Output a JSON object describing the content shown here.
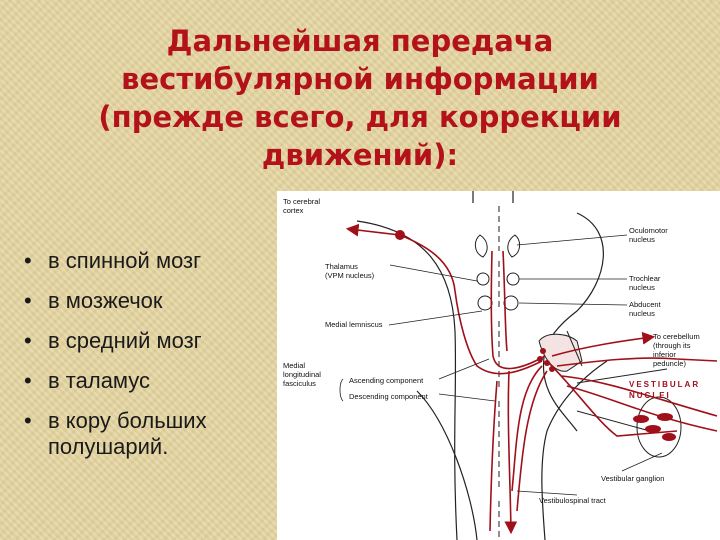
{
  "slide": {
    "title_lines": [
      "Дальнейшая передача",
      "вестибулярной информации",
      "(прежде всего, для коррекции",
      "движений):"
    ],
    "bullets": [
      "в спинной мозг",
      "в мозжечок",
      "в средний мозг",
      "в таламус",
      "в кору больших полушарий."
    ]
  },
  "diagram": {
    "labels": {
      "to_cerebral_1": "To cerebral",
      "to_cerebral_2": "cortex",
      "thalamus_1": "Thalamus",
      "thalamus_2": "(VPM nucleus)",
      "medial_lemniscus": "Medial lemniscus",
      "mlf_1": "Medial",
      "mlf_2": "longitudinal",
      "mlf_3": "fasciculus",
      "ascending": "Ascending component",
      "descending": "Descending component",
      "oculomotor_1": "Oculomotor",
      "oculomotor_2": "nucleus",
      "trochlear_1": "Trochlear",
      "trochlear_2": "nucleus",
      "abducent_1": "Abducent",
      "abducent_2": "nucleus",
      "cerebellum_1": "To cerebellum",
      "cerebellum_2": "(through its",
      "cerebellum_3": "inferior",
      "cerebellum_4": "peduncle)",
      "vestibular_1": "VESTIBULAR",
      "vestibular_2": "NUCLEI",
      "ganglion": "Vestibular ganglion",
      "vestibulospinal": "Vestibulospinal tract"
    },
    "colors": {
      "pathway": "#a0101a",
      "outline": "#222222",
      "title": "#b3121a"
    }
  }
}
